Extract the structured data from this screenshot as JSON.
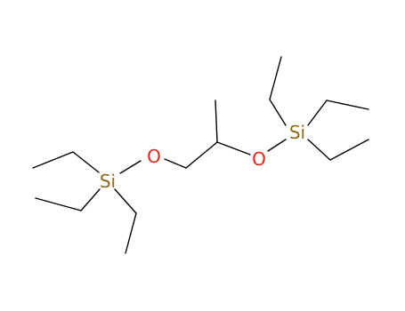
{
  "molecule": {
    "atoms": {
      "o_left": {
        "symbol": "O",
        "color": "#e8231a"
      },
      "o_right": {
        "symbol": "O",
        "color": "#e8231a"
      },
      "si_left": {
        "symbol": "Si",
        "color": "#8c6a1a"
      },
      "si_right": {
        "symbol": "Si",
        "color": "#8c6a1a"
      }
    },
    "bond_color": "#000000",
    "background": "#ffffff"
  }
}
